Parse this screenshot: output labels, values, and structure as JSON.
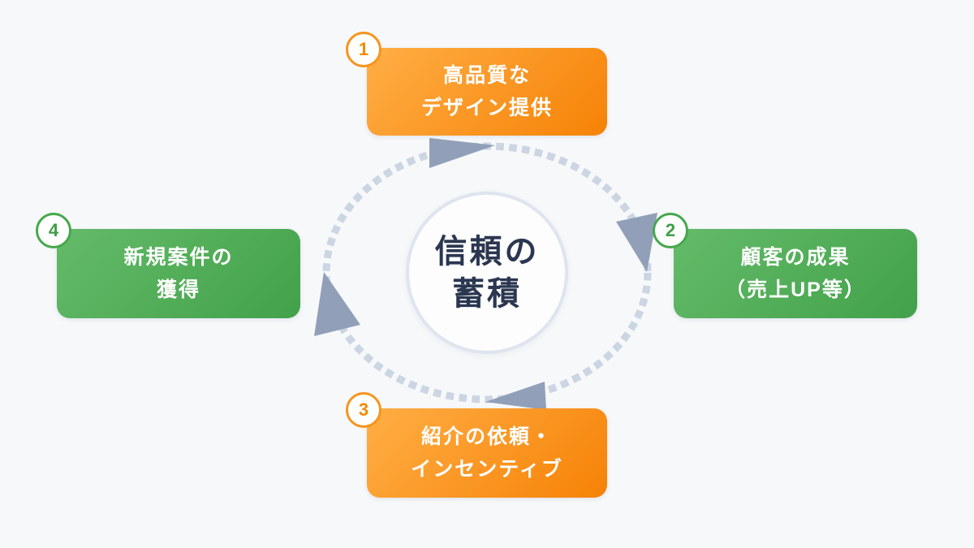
{
  "diagram": {
    "title": "trust-accumulation-cycle",
    "center": {
      "line1": "信頼の",
      "line2": "蓄積"
    },
    "steps": [
      {
        "number": "1",
        "line1": "高品質な",
        "line2": "デザイン提供",
        "theme": "orange"
      },
      {
        "number": "2",
        "line1": "顧客の成果",
        "line2": "（売上UP等）",
        "theme": "green"
      },
      {
        "number": "3",
        "line1": "紹介の依頼・",
        "line2": "インセンティブ",
        "theme": "orange"
      },
      {
        "number": "4",
        "line1": "新規案件の",
        "line2": "獲得",
        "theme": "green"
      }
    ],
    "icons": {
      "arrow_top": "arrowhead-right",
      "arrow_right": "arrowhead-down",
      "arrow_bottom": "arrowhead-left",
      "arrow_left": "arrowhead-up",
      "ring": "dashed-ellipse-clockwise"
    },
    "colors": {
      "background": "#f6f8fa",
      "orange_light": "#ffae45",
      "orange_dark": "#f68206",
      "green_light": "#64bb69",
      "green_dark": "#42a14a",
      "badge_orange": "#f7941d",
      "badge_green": "#45a84c",
      "arrow": "#91a0b8",
      "dash": "#ccd5e2",
      "center_text": "#2b3750",
      "center_border": "#dee5ef"
    }
  }
}
